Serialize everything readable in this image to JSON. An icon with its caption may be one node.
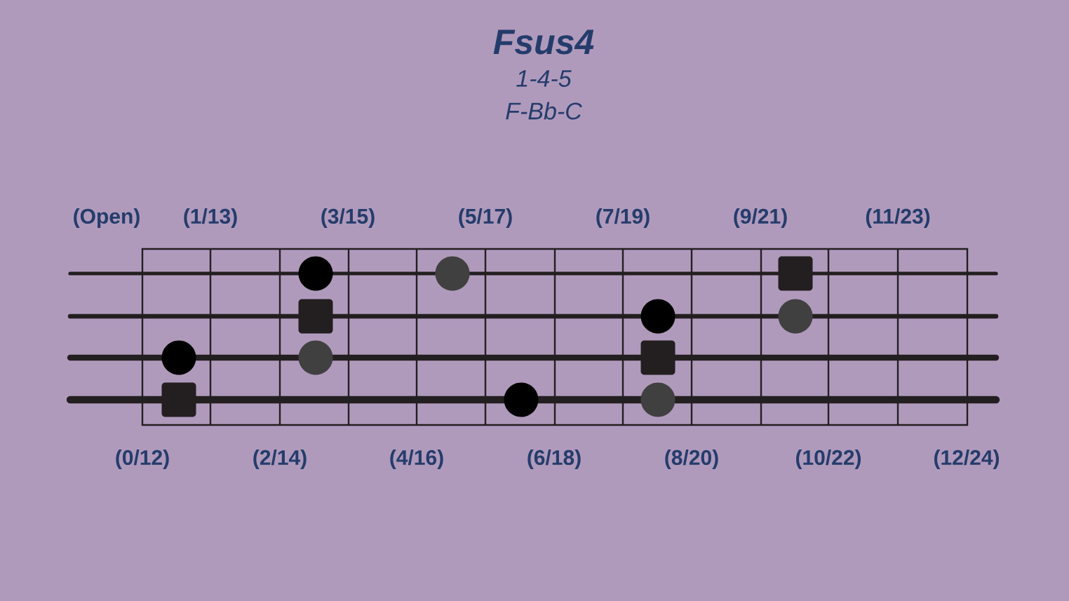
{
  "diagram": {
    "title": "Fsus4",
    "nodes": [
      {
        "text": [],
        "shape": "circle"
      },
      {
        "text": [],
        "shape": "circle"
      },
      {
        "text": [],
        "shape": "box"
      },
      {
        "text": [],
        "shape": "box"
      },
      {
        "text": [],
        "shape": "circle"
      },
      {
        "text": [],
        "shape": "circle"
      },
      {
        "text": [],
        "shape": "circle"
      },
      {
        "text": [],
        "shape": "circle"
      },
      {
        "text": [],
        "shape": "box"
      },
      {
        "text": [],
        "shape": "box"
      },
      {
        "text": [],
        "shape": "circle"
      },
      {
        "text": [],
        "shape": "circle"
      }
    ],
    "labels": [
      "1-4-5",
      "F-Bb-C",
      "(Open)",
      "(1/13)",
      "(3/15)",
      "(5/17)",
      "(7/19)",
      "(9/21)",
      "(11/23)",
      "(0/12)",
      "(2/14)",
      "(4/16)",
      "(6/18)",
      "(8/20)",
      "(10/22)",
      "(12/24)"
    ]
  }
}
